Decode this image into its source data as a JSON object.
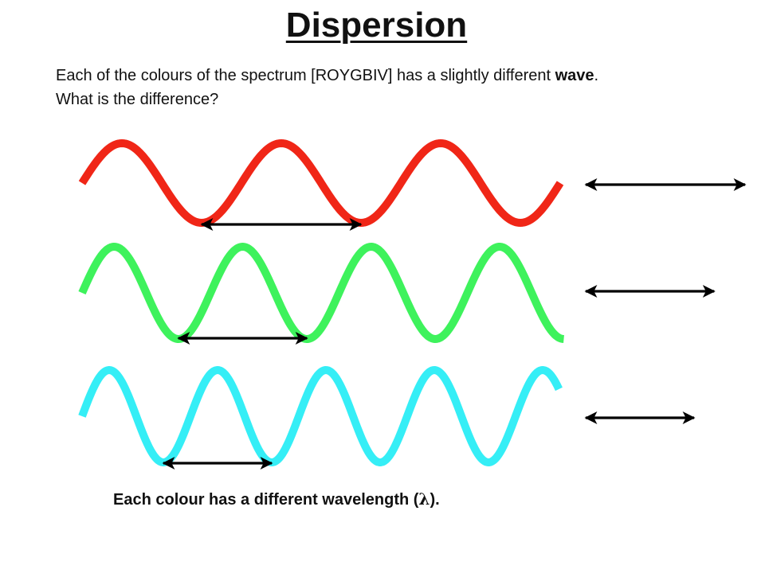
{
  "title": "Dispersion",
  "intro": {
    "before_bold": "Each of the colours of the spectrum [ROYGBIV] has a slightly different ",
    "bold_word": "wave",
    "after_bold": ".",
    "line2": "What is the difference?"
  },
  "caption": {
    "text_before": "Each colour has a different wavelength (",
    "symbol": "λ",
    "text_after": ")."
  },
  "waves": [
    {
      "color": "#f02617",
      "wavelength_ratio": 1.0,
      "cycles_shown": 3
    },
    {
      "color": "#3ef25c",
      "wavelength_ratio": 0.806,
      "cycles_shown": 3.75
    },
    {
      "color": "#35eef6",
      "wavelength_ratio": 0.68,
      "cycles_shown": 4.4
    }
  ],
  "arrow_color": "#000000"
}
